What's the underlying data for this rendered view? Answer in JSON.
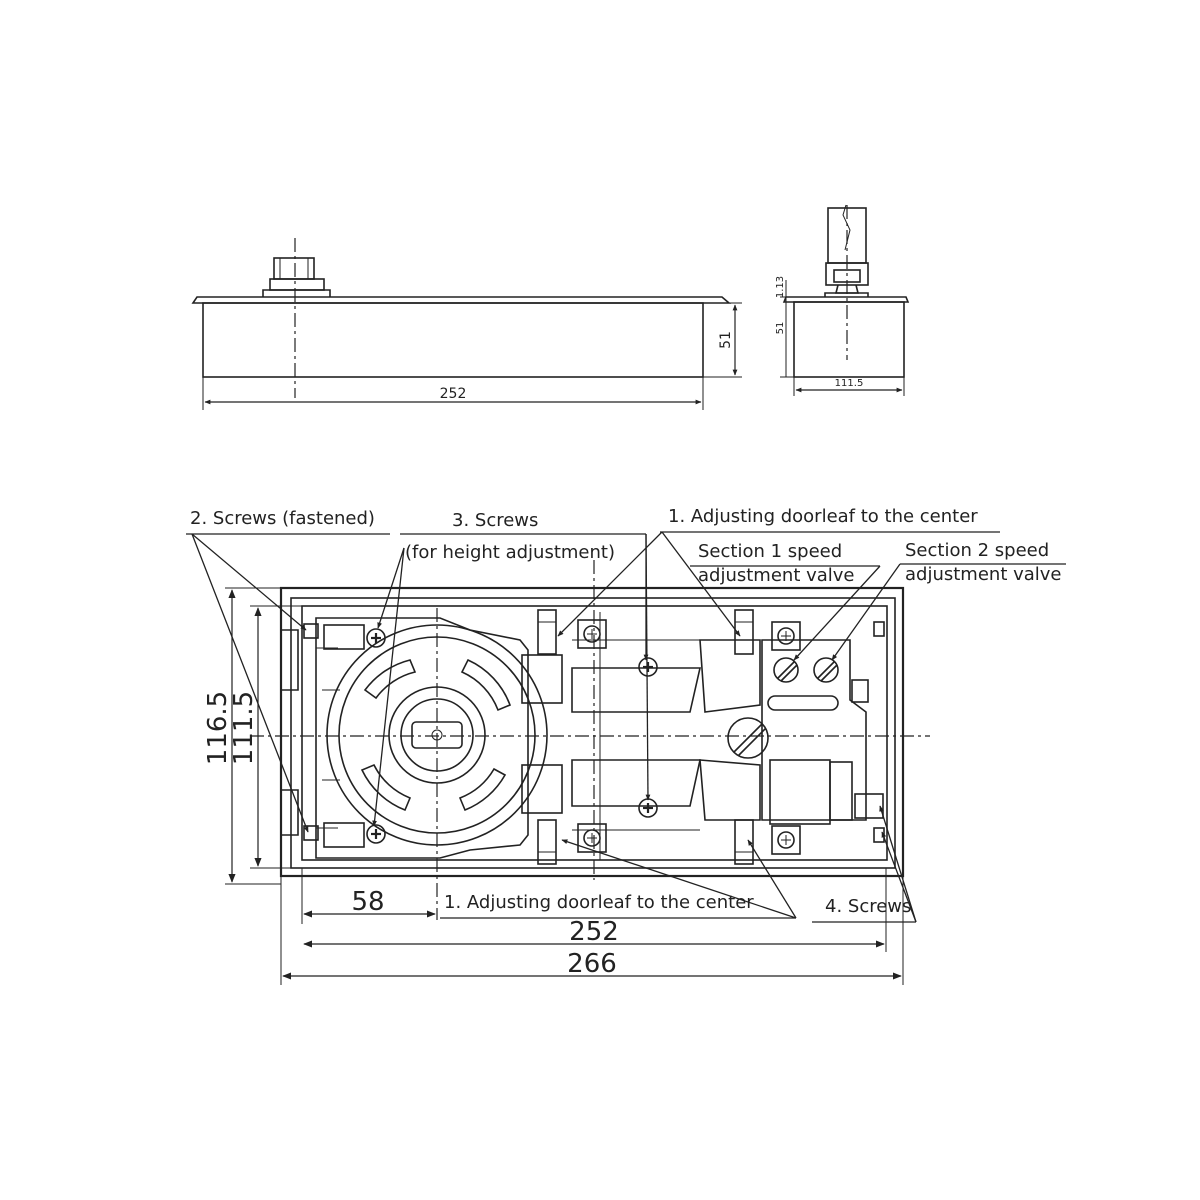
{
  "side_view": {
    "length": "252",
    "height": "51"
  },
  "end_view": {
    "spindle_offset": "1.13",
    "height": "51",
    "width": "111.5"
  },
  "top_view": {
    "labels": {
      "screws_fastened": "2. Screws (fastened)",
      "screws_height": "3. Screws",
      "screws_height_note": "(for height adjustment)",
      "adjust_center_top": "1. Adjusting doorleaf to the center",
      "section1_line1": "Section 1 speed",
      "section1_line2": "adjustment valve",
      "section2_line1": "Section 2 speed",
      "section2_line2": "adjustment valve",
      "adjust_center_bottom": "1. Adjusting doorleaf to the center",
      "screws_4": "4. Screws"
    },
    "dimensions": {
      "outer_height": "116.5",
      "inner_height": "111.5",
      "spindle_offset": "58",
      "inner_length": "252",
      "outer_length": "266"
    }
  }
}
